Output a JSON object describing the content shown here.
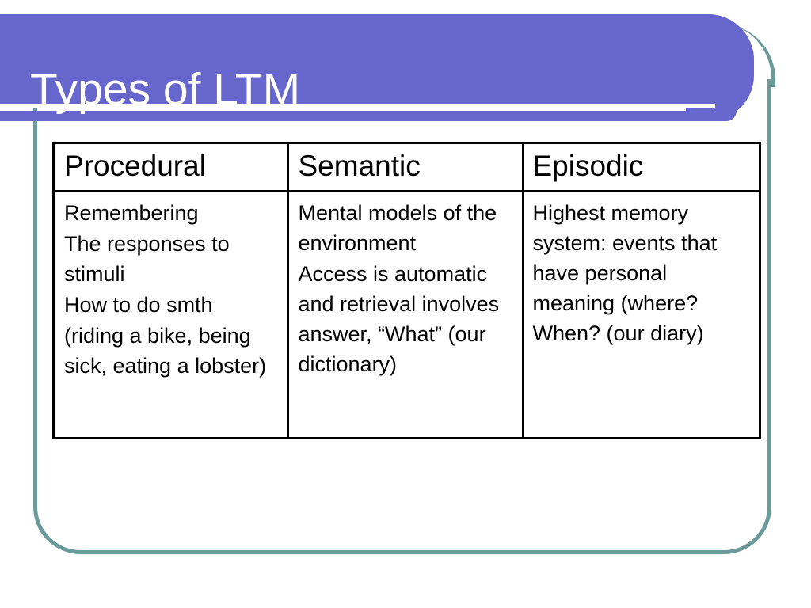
{
  "slide": {
    "title": "Types of LTM",
    "theme": {
      "header_purple": "#6666cc",
      "frame_teal": "#6a9a99",
      "title_color": "#ffffff",
      "table_border": "#000000",
      "background": "#ffffff"
    }
  },
  "table": {
    "headers": [
      "Procedural",
      "Semantic",
      "Episodic"
    ],
    "rows": [
      {
        "procedural": [
          "Remembering",
          "The responses to stimuli",
          "How to do smth",
          "(riding a bike, being sick, eating a lobster)"
        ],
        "semantic": [
          "Mental models of the environment",
          "Access is automatic and retrieval involves answer, “What” (our dictionary)"
        ],
        "episodic": [
          "Highest memory system: events that have personal meaning (where? When? (our diary)"
        ]
      }
    ]
  }
}
